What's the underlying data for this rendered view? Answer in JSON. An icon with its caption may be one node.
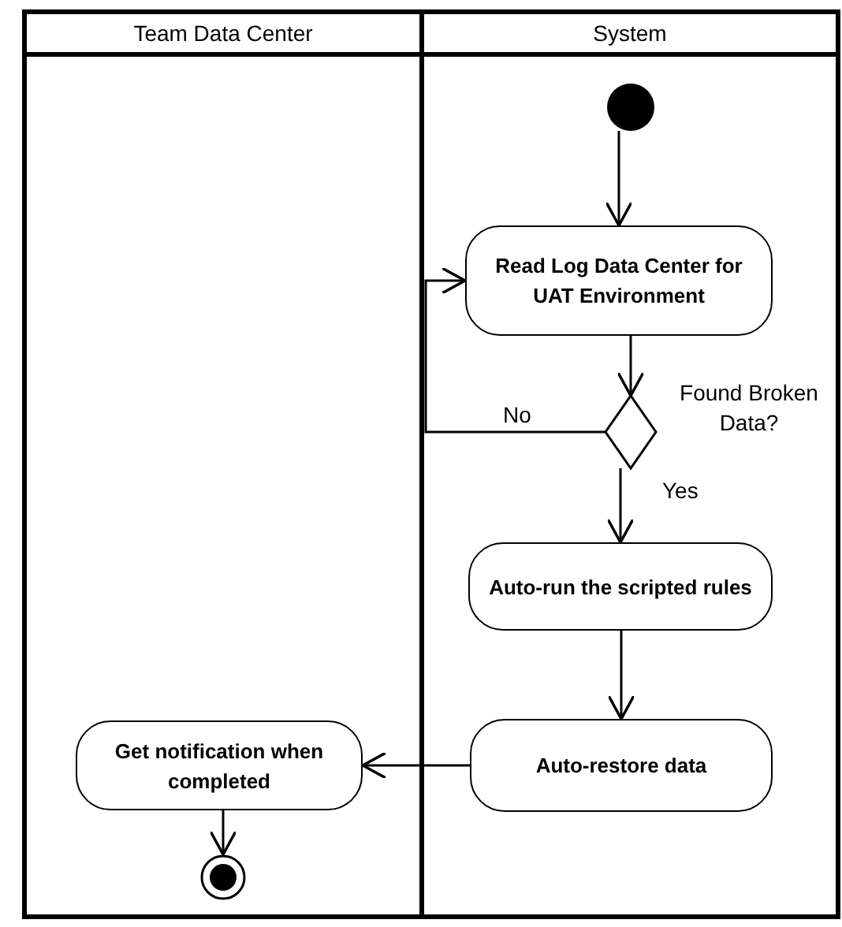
{
  "diagram": {
    "nodes": [
      {
        "text": [
          "Team Data Center"
        ]
      },
      {
        "text": [
          "System"
        ]
      },
      {
        "text": [],
        "shape": "circle",
        "in": 1
      },
      {
        "text": [
          "Read Log Data Center for UAT Environment"
        ],
        "in": 1
      },
      {
        "text": [],
        "shape": "diamond",
        "in": 1,
        "beside": [
          "Found Broken Data?"
        ]
      },
      {
        "text": [
          "Auto-run the scripted rules"
        ],
        "in": 1
      },
      {
        "text": [
          "Auto-restore data"
        ],
        "in": 1
      },
      {
        "text": [
          "Get notification when completed"
        ],
        "in": 0
      },
      {
        "text": [],
        "shape": "circle",
        "in": 0
      }
    ],
    "edges": [
      {
        "from": 2,
        "to": 3,
        "arrow": "to"
      },
      {
        "from": 3,
        "to": 4,
        "arrow": "to"
      },
      {
        "from": 4,
        "to": 3,
        "label": "No",
        "arrow": "to"
      },
      {
        "from": 4,
        "to": 5,
        "label": "Yes",
        "arrow": "to"
      },
      {
        "from": 5,
        "to": 6,
        "arrow": "to"
      },
      {
        "from": 6,
        "to": 7,
        "arrow": "to"
      },
      {
        "from": 7,
        "to": 8,
        "arrow": "to"
      }
    ]
  }
}
